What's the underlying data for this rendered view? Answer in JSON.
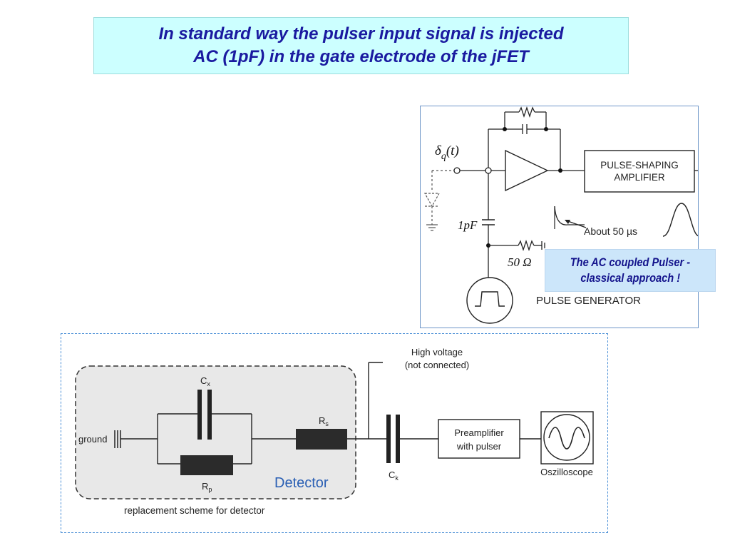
{
  "title": {
    "line1": "In standard way the pulser input signal  is injected",
    "line2": "AC (1pF)  in the gate electrode of the jFET"
  },
  "top_diagram": {
    "signal_label_main": "δ",
    "signal_label_sub": "q",
    "signal_label_arg": "(t)",
    "capacitor_label": "1pF",
    "resistor_label": "50 Ω",
    "amplifier_label_line1": "PULSE-SHAPING",
    "amplifier_label_line2": "AMPLIFIER",
    "time_label": "About 50 µs",
    "generator_label": "PULSE GENERATOR"
  },
  "callout": {
    "line1": "The AC coupled Pulser -",
    "line2": "classical approach !"
  },
  "bottom_diagram": {
    "high_voltage_line1": "High voltage",
    "high_voltage_line2": "(not connected)",
    "ground_label": "ground",
    "cx_label": "C",
    "cx_sub": "x",
    "rp_label": "R",
    "rp_sub": "p",
    "rs_label": "R",
    "rs_sub": "s",
    "ck_label": "C",
    "ck_sub": "k",
    "preamp_line1": "Preamplifier",
    "preamp_line2": "with pulser",
    "scope_label": "Oszilloscope",
    "detector_label": "Detector",
    "scheme_label": "replacement scheme for detector"
  },
  "colors": {
    "title_text": "#1a1aa0",
    "title_background": "#ccffff",
    "callout_background": "#cce6fa",
    "callout_text": "#14148c",
    "detector_text": "#2a5fb4",
    "frame_border": "#4b8fd6"
  }
}
